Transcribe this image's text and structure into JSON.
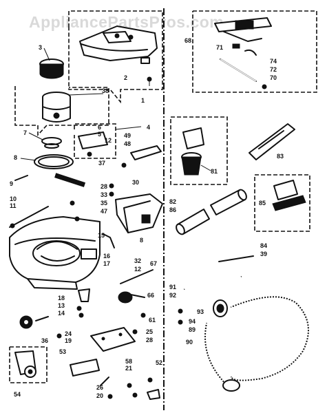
{
  "watermark": "AppliancePartsPros.com",
  "part_numbers": {
    "p1": "1",
    "p2": "2",
    "p3": "3",
    "p4": "4",
    "p5": "5",
    "p6": "6",
    "p7": "7",
    "p8": "8",
    "p9": "9",
    "p10": "10",
    "p11": "11",
    "p12": "12",
    "p12b": "12",
    "p13": "13",
    "p14": "14",
    "p15": "15",
    "p16": "16",
    "p17": "17",
    "p18": "18",
    "p19": "19",
    "p20": "20",
    "p21": "21",
    "p24": "24",
    "p25": "25",
    "p26": "26",
    "p28a": "28",
    "p28b": "28",
    "p30": "30",
    "p32": "32",
    "p33": "33",
    "p35": "35",
    "p36": "36",
    "p37": "37",
    "p38": "38",
    "p39": "39",
    "p47": "47",
    "p48": "48",
    "p49": "49",
    "p52": "52",
    "p53": "53",
    "p54": "54",
    "p58": "58",
    "p61": "61",
    "p66": "66",
    "p67": "67",
    "p68": "68",
    "p70": "70",
    "p71": "71",
    "p72": "72",
    "p74": "74",
    "p81": "81",
    "p82": "82",
    "p83": "83",
    "p84": "84",
    "p85": "85",
    "p86": "86",
    "p89": "89",
    "p90": "90",
    "p91": "91",
    "p92": "92",
    "p93": "93",
    "p94": "94"
  },
  "colors": {
    "ink": "#111111",
    "watermark": "#d9d9d9",
    "paper": "#ffffff"
  }
}
